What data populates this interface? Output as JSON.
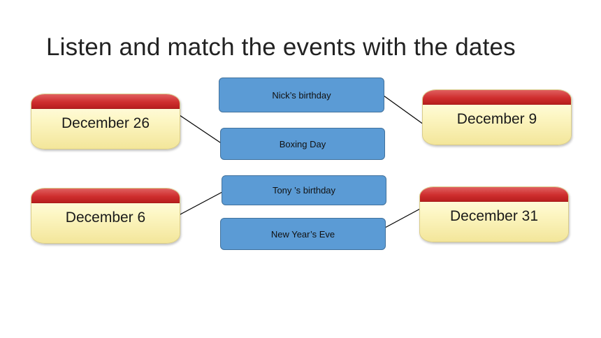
{
  "title": "Listen and match the events with the dates",
  "dates": [
    "December  26",
    "December  9",
    "December  6",
    "December  31"
  ],
  "events": [
    "Nick’s  birthday",
    "Boxing Day",
    "Tony ’s  birthday",
    "New Year’s Eve"
  ],
  "colors": {
    "event_box": "#5b9bd5",
    "calendar_band": "#cf2f2f",
    "calendar_body": "#fdf7c6"
  }
}
